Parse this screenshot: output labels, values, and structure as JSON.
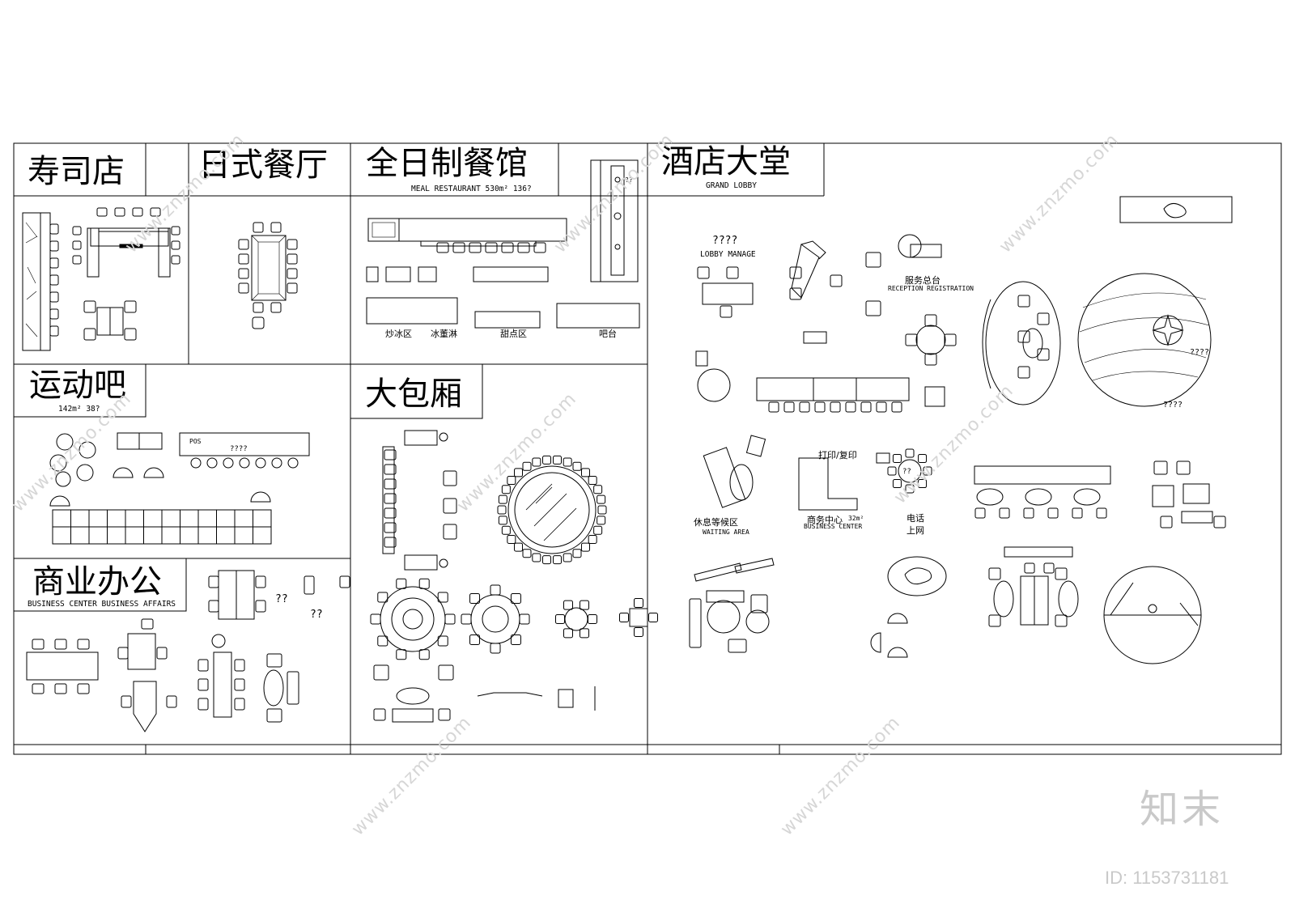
{
  "sections": {
    "sushi": {
      "title": "寿司店"
    },
    "japanese": {
      "title": "日式餐厅"
    },
    "allday": {
      "title": "全日制餐馆",
      "subtitle": "MEAL RESTAURANT  530m² 136?"
    },
    "lobby": {
      "title": "酒店大堂",
      "subtitle": "GRAND LOBBY"
    },
    "sportsbar": {
      "title": "运动吧",
      "subtitle": "142m² 38?"
    },
    "vip": {
      "title": "大包厢"
    },
    "office": {
      "title": "商业办公",
      "subtitle": "BUSINESS CENTER BUSINESS AFFAIRS"
    }
  },
  "labels": {
    "stirfry": "炒冰区",
    "icecream": "冰董淋",
    "dessert": "甜点区",
    "bar": "吧台",
    "lobby_manage_q": "????",
    "lobby_manage": "LOBBY MANAGE",
    "reception_cn": "服务总台",
    "reception_en": "RECEPTION REGISTRATION",
    "waiting_cn": "休息等候区",
    "waiting_en": "WAITING AREA",
    "print": "打印/复印",
    "business_cn": "商务中心",
    "business_area": "32m²",
    "business_en": "BUSINESS CENTER",
    "phone": "电话",
    "internet": "上网",
    "pos": "POS",
    "q4": "????",
    "q2": "??",
    "q3": "???"
  },
  "watermark": {
    "text": "www.znzmo.com",
    "brand": "知末",
    "id": "ID: 1153731181"
  }
}
